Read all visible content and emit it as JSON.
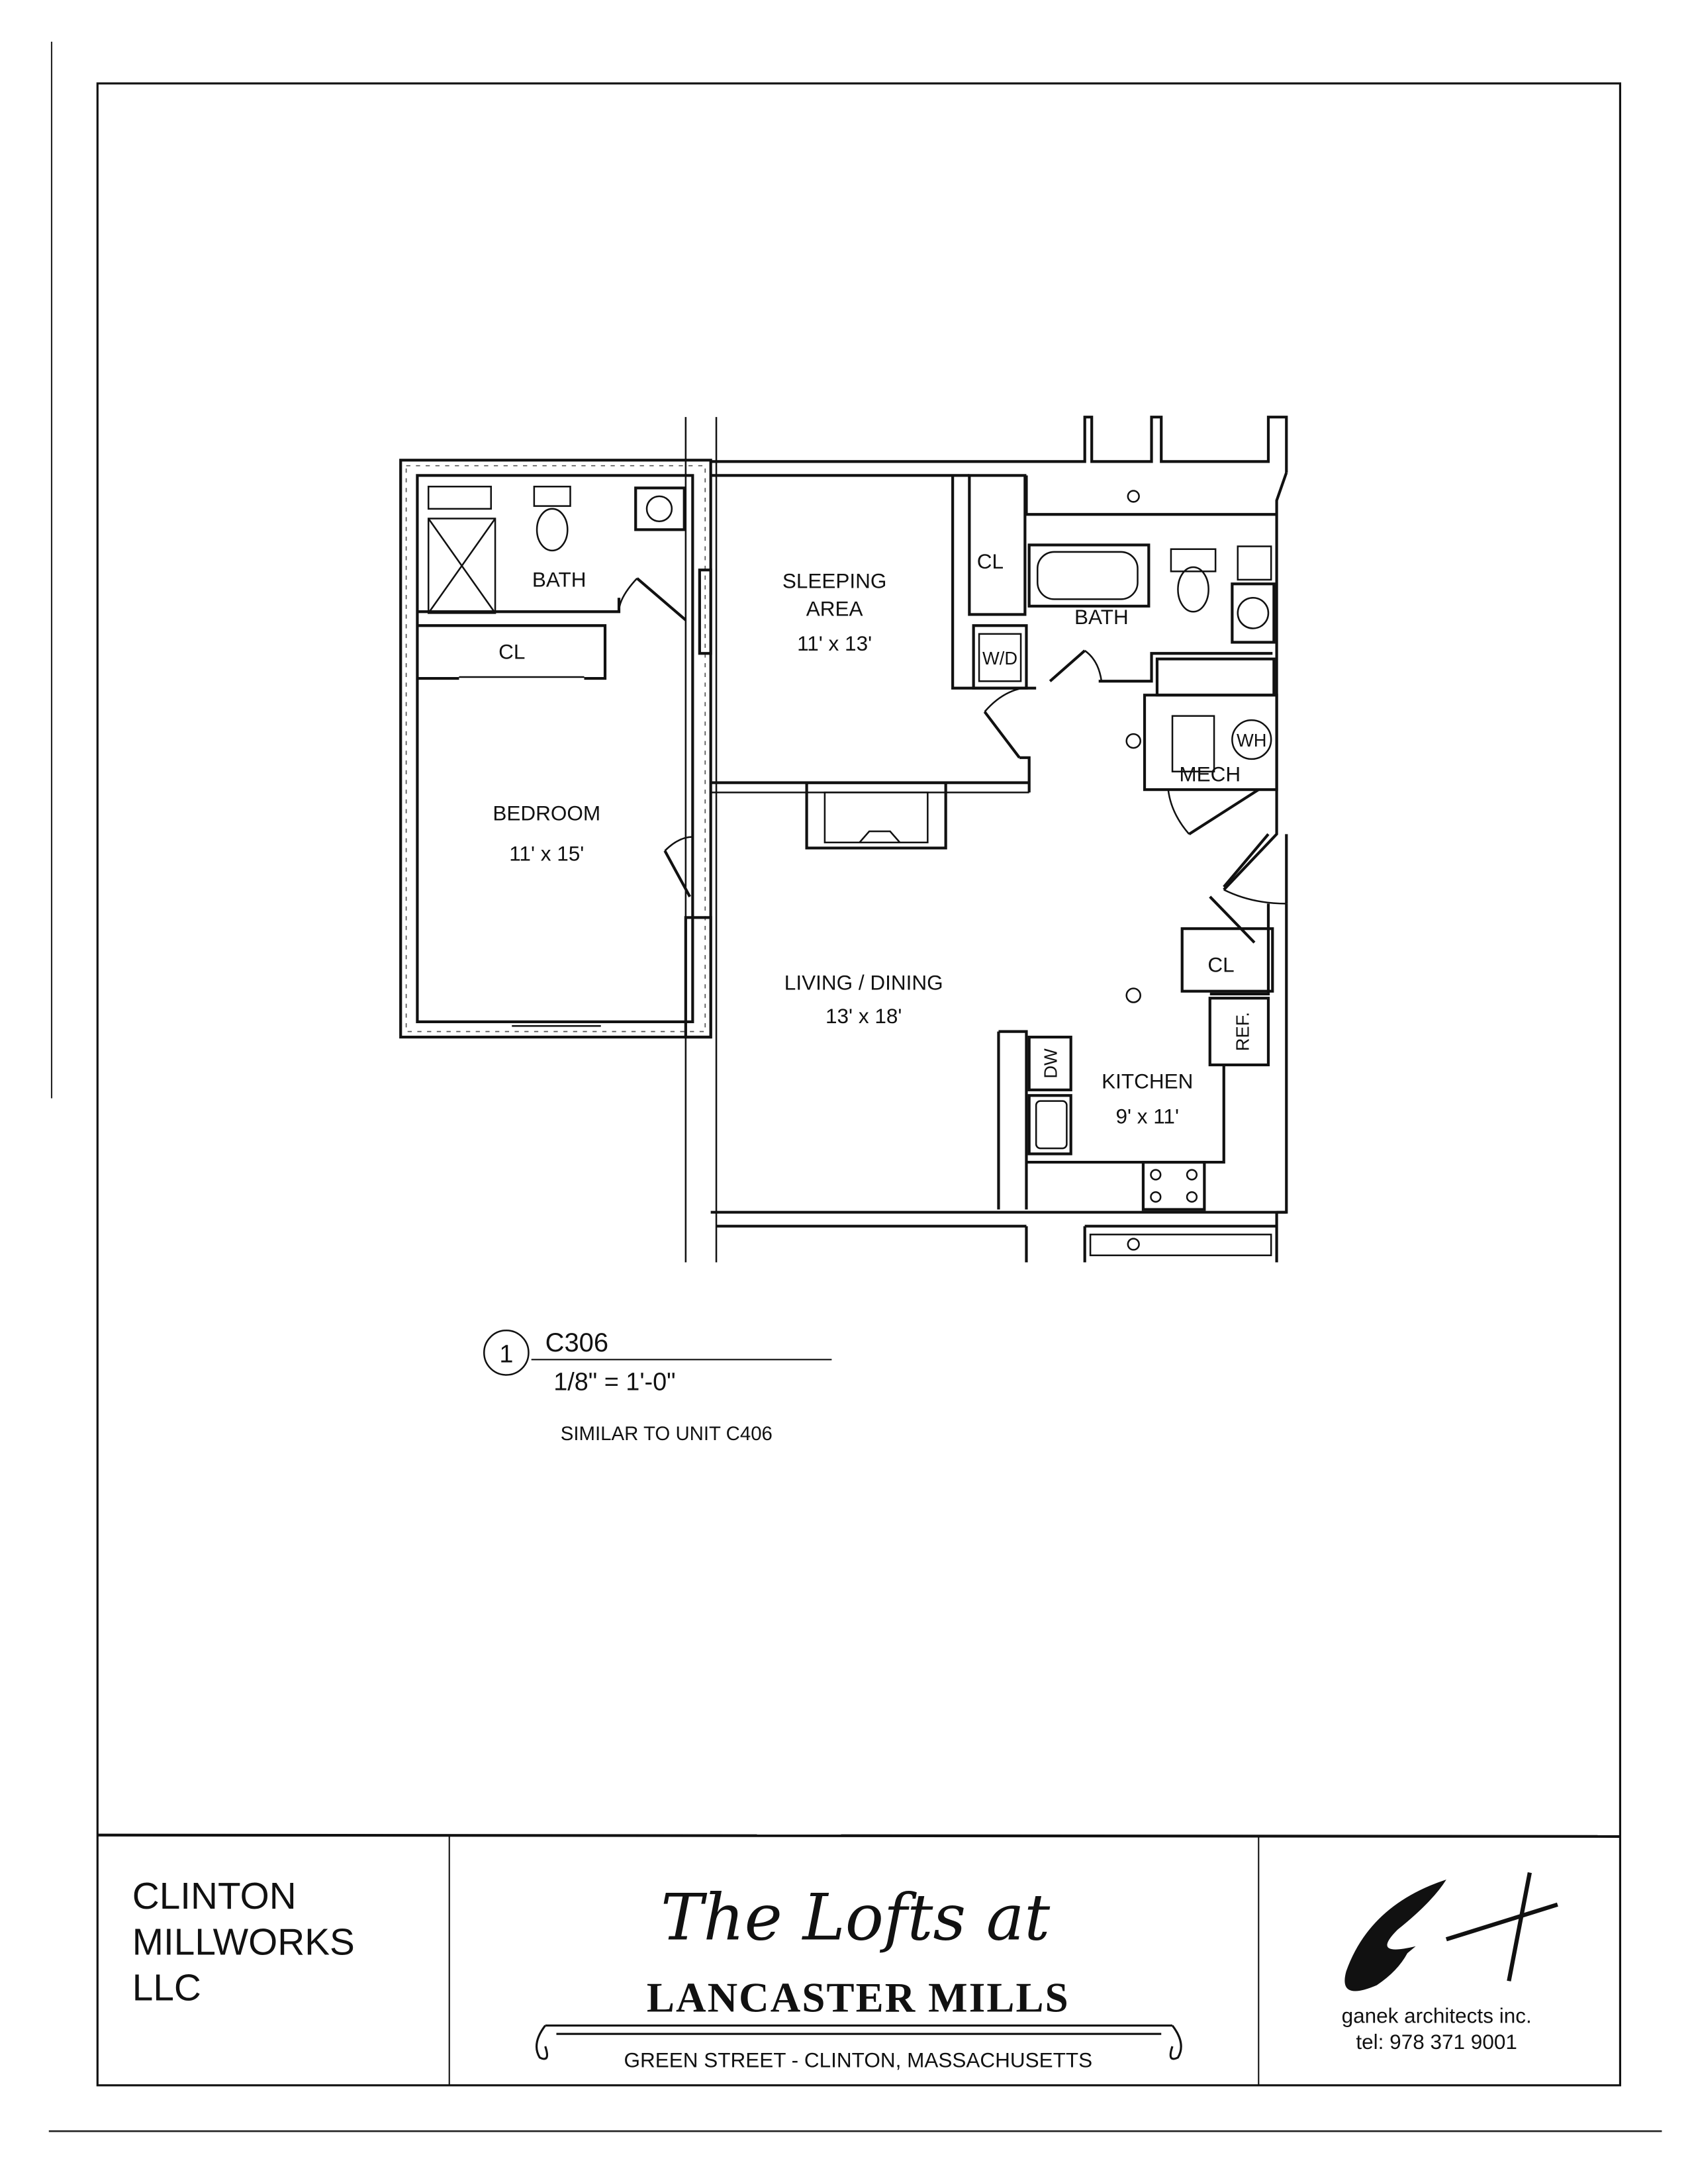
{
  "rooms": {
    "master_bath": "BATH",
    "bedroom_closet": "CL",
    "bedroom": {
      "name": "BEDROOM",
      "size": "11' x 15'"
    },
    "sleeping": {
      "name_line1": "SLEEPING",
      "name_line2": "AREA",
      "size": "11' x 13'"
    },
    "hall_closet": "CL",
    "washer_dryer": "W/D",
    "bath2": "BATH",
    "mech": "MECH",
    "water_heater": "WH",
    "living": {
      "name": "LIVING / DINING",
      "size": "13' x 18'"
    },
    "entry_closet": "CL",
    "kitchen": {
      "name": "KITCHEN",
      "size": "9' x 11'"
    },
    "refrigerator": "REF.",
    "dishwasher": "DW"
  },
  "callout": {
    "number": "1",
    "unit": "C306",
    "scale": "1/8\" = 1'-0\"",
    "note": "SIMILAR TO UNIT C406"
  },
  "title_block": {
    "owner_line1": "CLINTON",
    "owner_line2": "MILLWORKS",
    "owner_line3": "LLC",
    "logo_script": "The Lofts at",
    "logo_name": "LANCASTER MILLS",
    "address": "GREEN STREET - CLINTON, MASSACHUSETTS",
    "architect_logo": "GA",
    "architect": "ganek architects inc.",
    "phone": "tel: 978 371 9001"
  }
}
